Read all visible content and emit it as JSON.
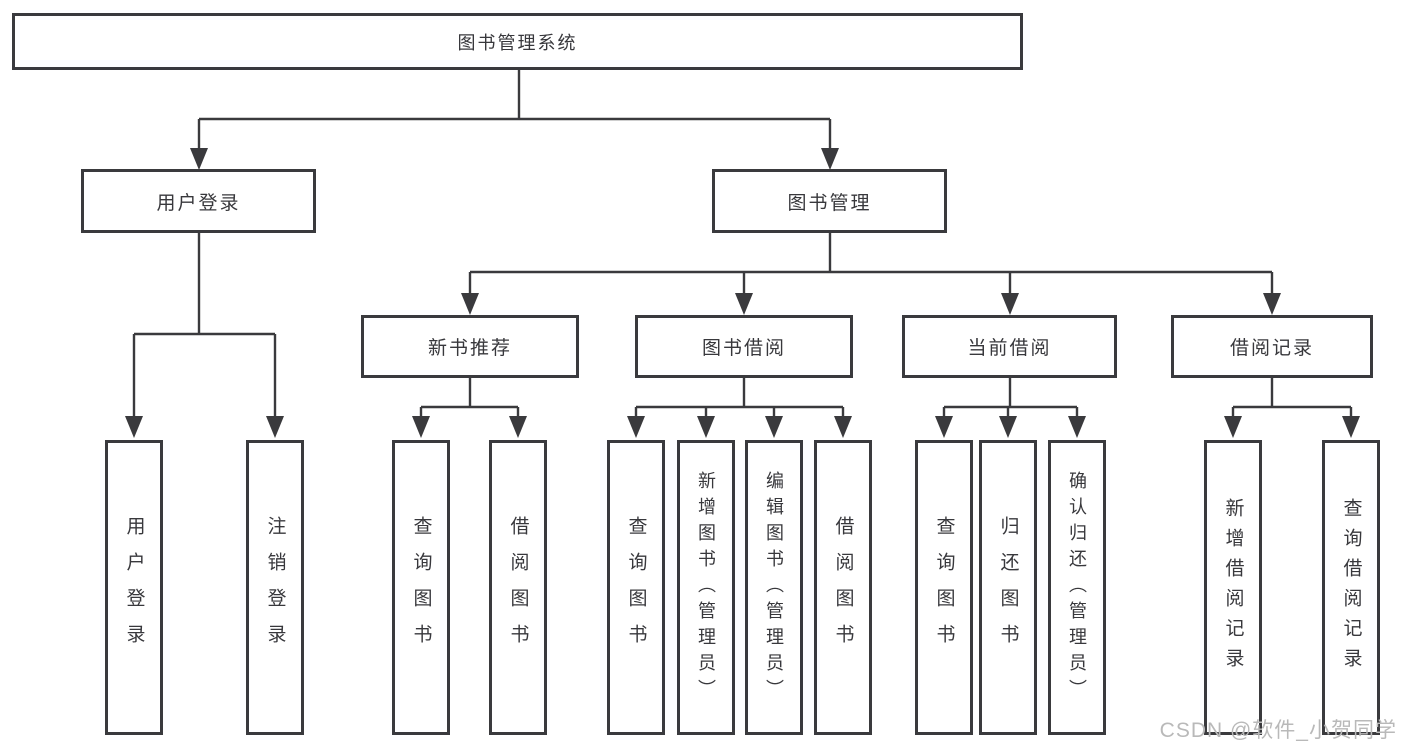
{
  "diagram": {
    "root": {
      "label": "图书管理系统",
      "children": [
        {
          "label": "用户登录",
          "children": [
            {
              "label": "用户登录"
            },
            {
              "label": "注销登录"
            }
          ]
        },
        {
          "label": "图书管理",
          "children": [
            {
              "label": "新书推荐",
              "children": [
                {
                  "label": "查询图书"
                },
                {
                  "label": "借阅图书"
                }
              ]
            },
            {
              "label": "图书借阅",
              "children": [
                {
                  "label": "查询图书"
                },
                {
                  "label": "新增图书（管理员）"
                },
                {
                  "label": "编辑图书（管理员）"
                },
                {
                  "label": "借阅图书"
                }
              ]
            },
            {
              "label": "当前借阅",
              "children": [
                {
                  "label": "查询图书"
                },
                {
                  "label": "归还图书"
                },
                {
                  "label": "确认归还（管理员）"
                }
              ]
            },
            {
              "label": "借阅记录",
              "children": [
                {
                  "label": "新增借阅记录"
                },
                {
                  "label": "查询借阅记录"
                }
              ]
            }
          ]
        }
      ]
    }
  },
  "watermark": {
    "text": "CSDN @软件_小贺同学"
  },
  "colors": {
    "line": "#3a3a3d",
    "text": "#38383c",
    "background": "#ffffff",
    "watermark": "#b9b9b9"
  }
}
